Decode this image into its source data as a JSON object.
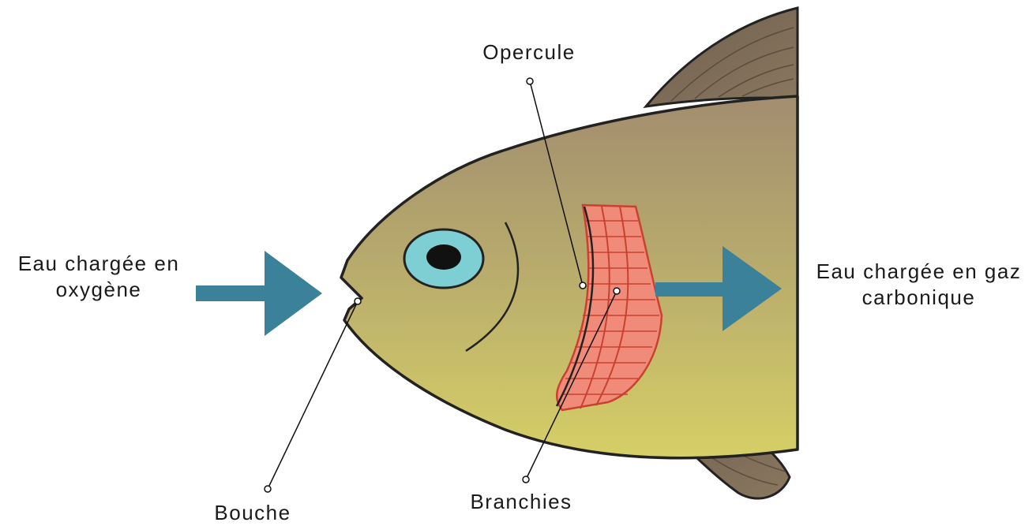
{
  "labels": {
    "water_in_line1": "Eau chargée en",
    "water_in_line2": "oxygène",
    "water_out_line1": "Eau chargée en gaz",
    "water_out_line2": "carbonique",
    "operculum": "Opercule",
    "mouth": "Bouche",
    "gills": "Branchies"
  },
  "colors": {
    "arrow": "#3a8199",
    "fish_body_top": "#a7906f",
    "fish_body_bottom": "#d3cb6b",
    "fin": "#7d6b57",
    "gills": "#f08a7a",
    "gill_lines": "#c0392b",
    "eye_iris": "#7ecfd4",
    "outline": "#222222"
  }
}
